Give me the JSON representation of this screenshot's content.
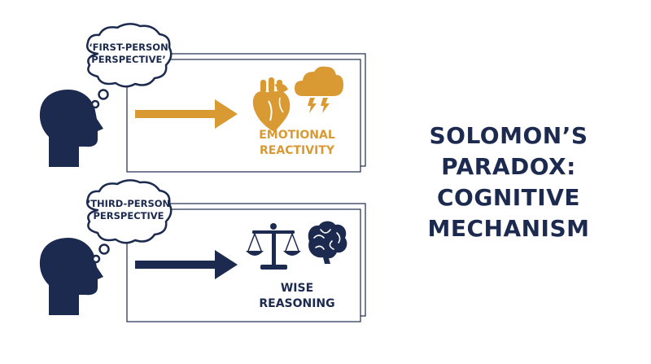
{
  "colors": {
    "navy": "#1b2a4e",
    "gold": "#d99a34",
    "white": "#ffffff"
  },
  "title_lines": [
    "SOLOMON’S",
    "PARADOX:",
    "COGNITIVE",
    "MECHANISM"
  ],
  "top_row": {
    "thought_lines": [
      "‘FIRST-PERSON",
      "PERSPECTIVE’"
    ],
    "result_lines": [
      "EMOTIONAL",
      "REACTIVITY"
    ],
    "icons": [
      "head-silhouette-icon",
      "thought-bubble-icon",
      "arrow-right-icon",
      "anatomical-heart-icon",
      "storm-cloud-icon"
    ]
  },
  "bottom_row": {
    "thought_lines": [
      "‘THIRD-PERSON",
      "PERSPECTIVE"
    ],
    "result_lines": [
      "WISE",
      "REASONING"
    ],
    "icons": [
      "head-silhouette-icon",
      "thought-bubble-icon",
      "arrow-right-icon",
      "balance-scale-icon",
      "brain-icon"
    ]
  }
}
